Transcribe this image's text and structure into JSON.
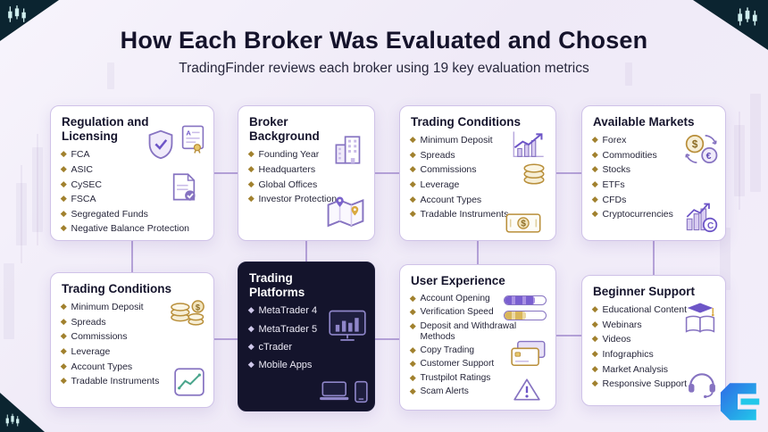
{
  "header": {
    "title": "How Each Broker Was Evaluated and Chosen",
    "subtitle": "TradingFinder reviews each broker using 19 key evaluation metrics"
  },
  "colors": {
    "accent_purple": "#7a5fd0",
    "card_border": "#cfc2e8",
    "dark_card_bg": "#14142c",
    "bullet_gold": "#a1812e",
    "corner_dark": "#0b2430",
    "logo_blue": "#2e6be6",
    "logo_cyan": "#22c7ea"
  },
  "cards": [
    {
      "title": "Regulation and Licensing",
      "items": [
        "FCA",
        "ASIC",
        "CySEC",
        "FSCA",
        "Segregated Funds",
        "Negative Balance Protection"
      ],
      "icons": [
        "shield-check-icon",
        "certificate-icon",
        "document-check-icon"
      ]
    },
    {
      "title": "Broker Background",
      "items": [
        "Founding Year",
        "Headquarters",
        "Global Offices",
        "Investor Protection"
      ],
      "icons": [
        "building-icon",
        "map-pins-icon"
      ]
    },
    {
      "title": "Trading Conditions",
      "items": [
        "Minimum Deposit",
        "Spreads",
        "Commissions",
        "Leverage",
        "Account Types",
        "Tradable Instruments"
      ],
      "icons": [
        "growth-chart-icon",
        "coin-stack-icon",
        "banknote-icon"
      ]
    },
    {
      "title": "Available Markets",
      "items": [
        "Forex",
        "Commodities",
        "Stocks",
        "ETFs",
        "CFDs",
        "Cryptocurrencies"
      ],
      "icons": [
        "currency-exchange-icon",
        "crypto-chart-icon"
      ]
    },
    {
      "title": "Trading Conditions",
      "items": [
        "Minimum Deposit",
        "Spreads",
        "Commissions",
        "Leverage",
        "Account Types",
        "Tradable Instruments"
      ],
      "icons": [
        "coins-dollar-icon",
        "chart-panel-icon"
      ]
    },
    {
      "title": "Trading Platforms",
      "items": [
        "MetaTrader 4",
        "MetaTrader 5",
        "cTrader",
        "Mobile Apps"
      ],
      "icons": [
        "monitor-chart-icon",
        "laptop-phone-icon"
      ],
      "dark": true
    },
    {
      "title": "User Experience",
      "items": [
        "Account Opening",
        "Verification Speed",
        "Deposit and Withdrawal Methods",
        "Copy Trading",
        "Customer Support",
        "Trustpilot Ratings",
        "Scam Alerts"
      ],
      "icons": [
        "progress-bar-icon",
        "progress-bar-icon",
        "credit-cards-icon",
        "warning-icon"
      ]
    },
    {
      "title": "Beginner Support",
      "items": [
        "Educational Content",
        "Webinars",
        "Videos",
        "Infographics",
        "Market Analysis",
        "Responsive Support"
      ],
      "icons": [
        "education-book-icon",
        "headset-icon"
      ]
    }
  ]
}
